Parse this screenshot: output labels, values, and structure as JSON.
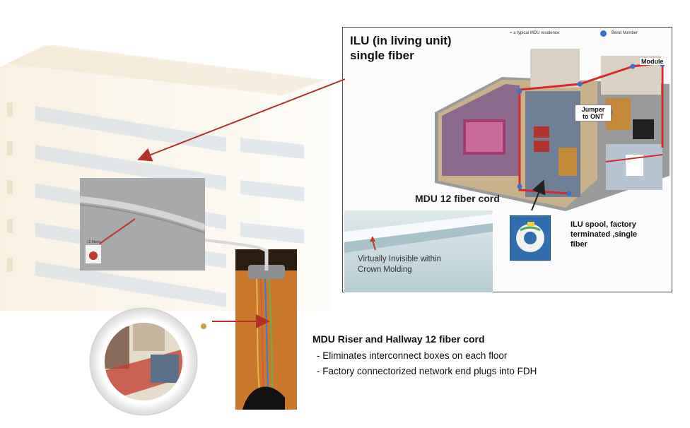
{
  "ilu_panel": {
    "title_line1": "ILU (in living unit)",
    "title_line2": "single fiber",
    "legend_left": "= a typical MDU residence",
    "legend_right": "Bend Number",
    "module_label": "Module",
    "jumper_line1": "Jumper",
    "jumper_line2": "to ONT",
    "mdu_cord_label": "MDU 12 fiber cord",
    "spool_line1": "ILU spool, factory",
    "spool_line2": "terminated ,single",
    "spool_line3": "fiber"
  },
  "crown_molding": {
    "line1": "Virtually Invisible within",
    "line2": "Crown Molding"
  },
  "fiber_photo": {
    "count_label": "12 fibers"
  },
  "riser": {
    "title": "MDU Riser and Hallway 12 fiber cord",
    "bullets": [
      "- Eliminates interconnect boxes on each floor",
      "- Factory connectorized network end plugs into FDH"
    ]
  },
  "colors": {
    "arrow": "#b5302a",
    "fiber_route": "#d62a2a",
    "panel_border": "#4a4a4a",
    "legend_dot": "#3b6fd1"
  }
}
